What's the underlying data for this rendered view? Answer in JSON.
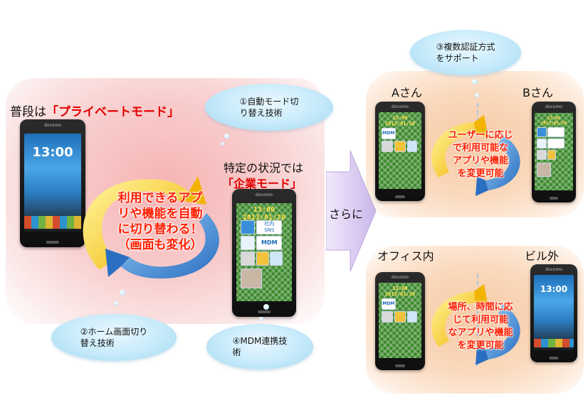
{
  "left": {
    "normal_mode_prefix": "普段は",
    "normal_mode_label": "「プライベートモード」",
    "situation_label": "特定の状況では",
    "enterprise_mode_label": "「企業モード」",
    "center_message": "利用できるアプ\nリや機能を自動\nに切り替わる！\n（画面も変化）"
  },
  "clouds": {
    "auto_switch": "①自動モード切\nり替え技術",
    "home_screen": "②ホーム画面切り\n替え技術",
    "multi_auth": "③複数認証方式\nをサポート",
    "mdm": "④MDM連携技\n術"
  },
  "arrow": {
    "label": "さらに"
  },
  "right_top": {
    "user_a": "Aさん",
    "user_b": "Bさん",
    "message": "ユーザーに応じ\nで利用可能な\nアプリや機能\nを変更可能"
  },
  "right_bottom": {
    "inside_office": "オフィス内",
    "outside_building": "ビル外",
    "message": "場所、時間に応\nじて利用可能\nなアプリや機能\nを変更可能"
  },
  "screens": {
    "android_time": "13:00",
    "enterprise_clock": "13:00 2013/01/20",
    "mdm_tile": "MDM",
    "sns_tile": "社内\nSNS"
  },
  "colors": {
    "accent_red": "#e10000",
    "callout_red": "#ff1e00",
    "cloud_blue": "#c6eafa",
    "left_panel": "#f8cccc",
    "right_panel": "#fad9bd"
  }
}
